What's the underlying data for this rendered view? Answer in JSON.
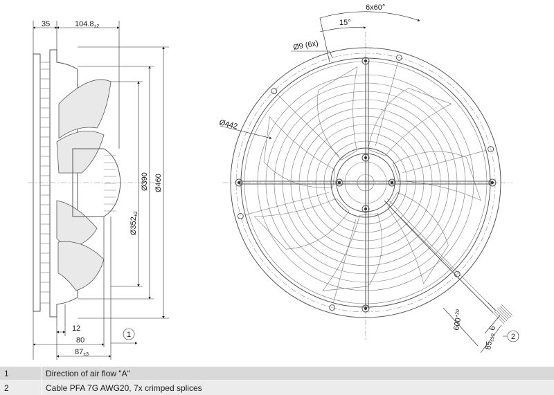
{
  "side_view": {
    "dim_35": "35",
    "dim_104_8": "104.8",
    "dim_104_8_tol": "±2",
    "dim_390": "Ø390",
    "dim_460": "Ø460",
    "dim_352": "Ø352",
    "dim_352_tol": "±2",
    "dim_12": "12",
    "dim_80": "80",
    "dim_87": "87",
    "dim_87_tol": "±3",
    "callout_1": "1"
  },
  "front_view": {
    "angle_6x60": "6x60°",
    "angle_15": "15°",
    "hole_label": "Ø9 (6x)",
    "dim_442": "Ø442",
    "cable_length": "600",
    "cable_length_tol": "+20",
    "strip_6": "6",
    "strip_85": "85",
    "strip_85_tol": "±10",
    "callout_2": "2"
  },
  "legend": [
    {
      "number": "1",
      "text": "Direction of air flow \"A\""
    },
    {
      "number": "2",
      "text": "Cable PFA 7G AWG20, 7x crimped splices"
    }
  ]
}
